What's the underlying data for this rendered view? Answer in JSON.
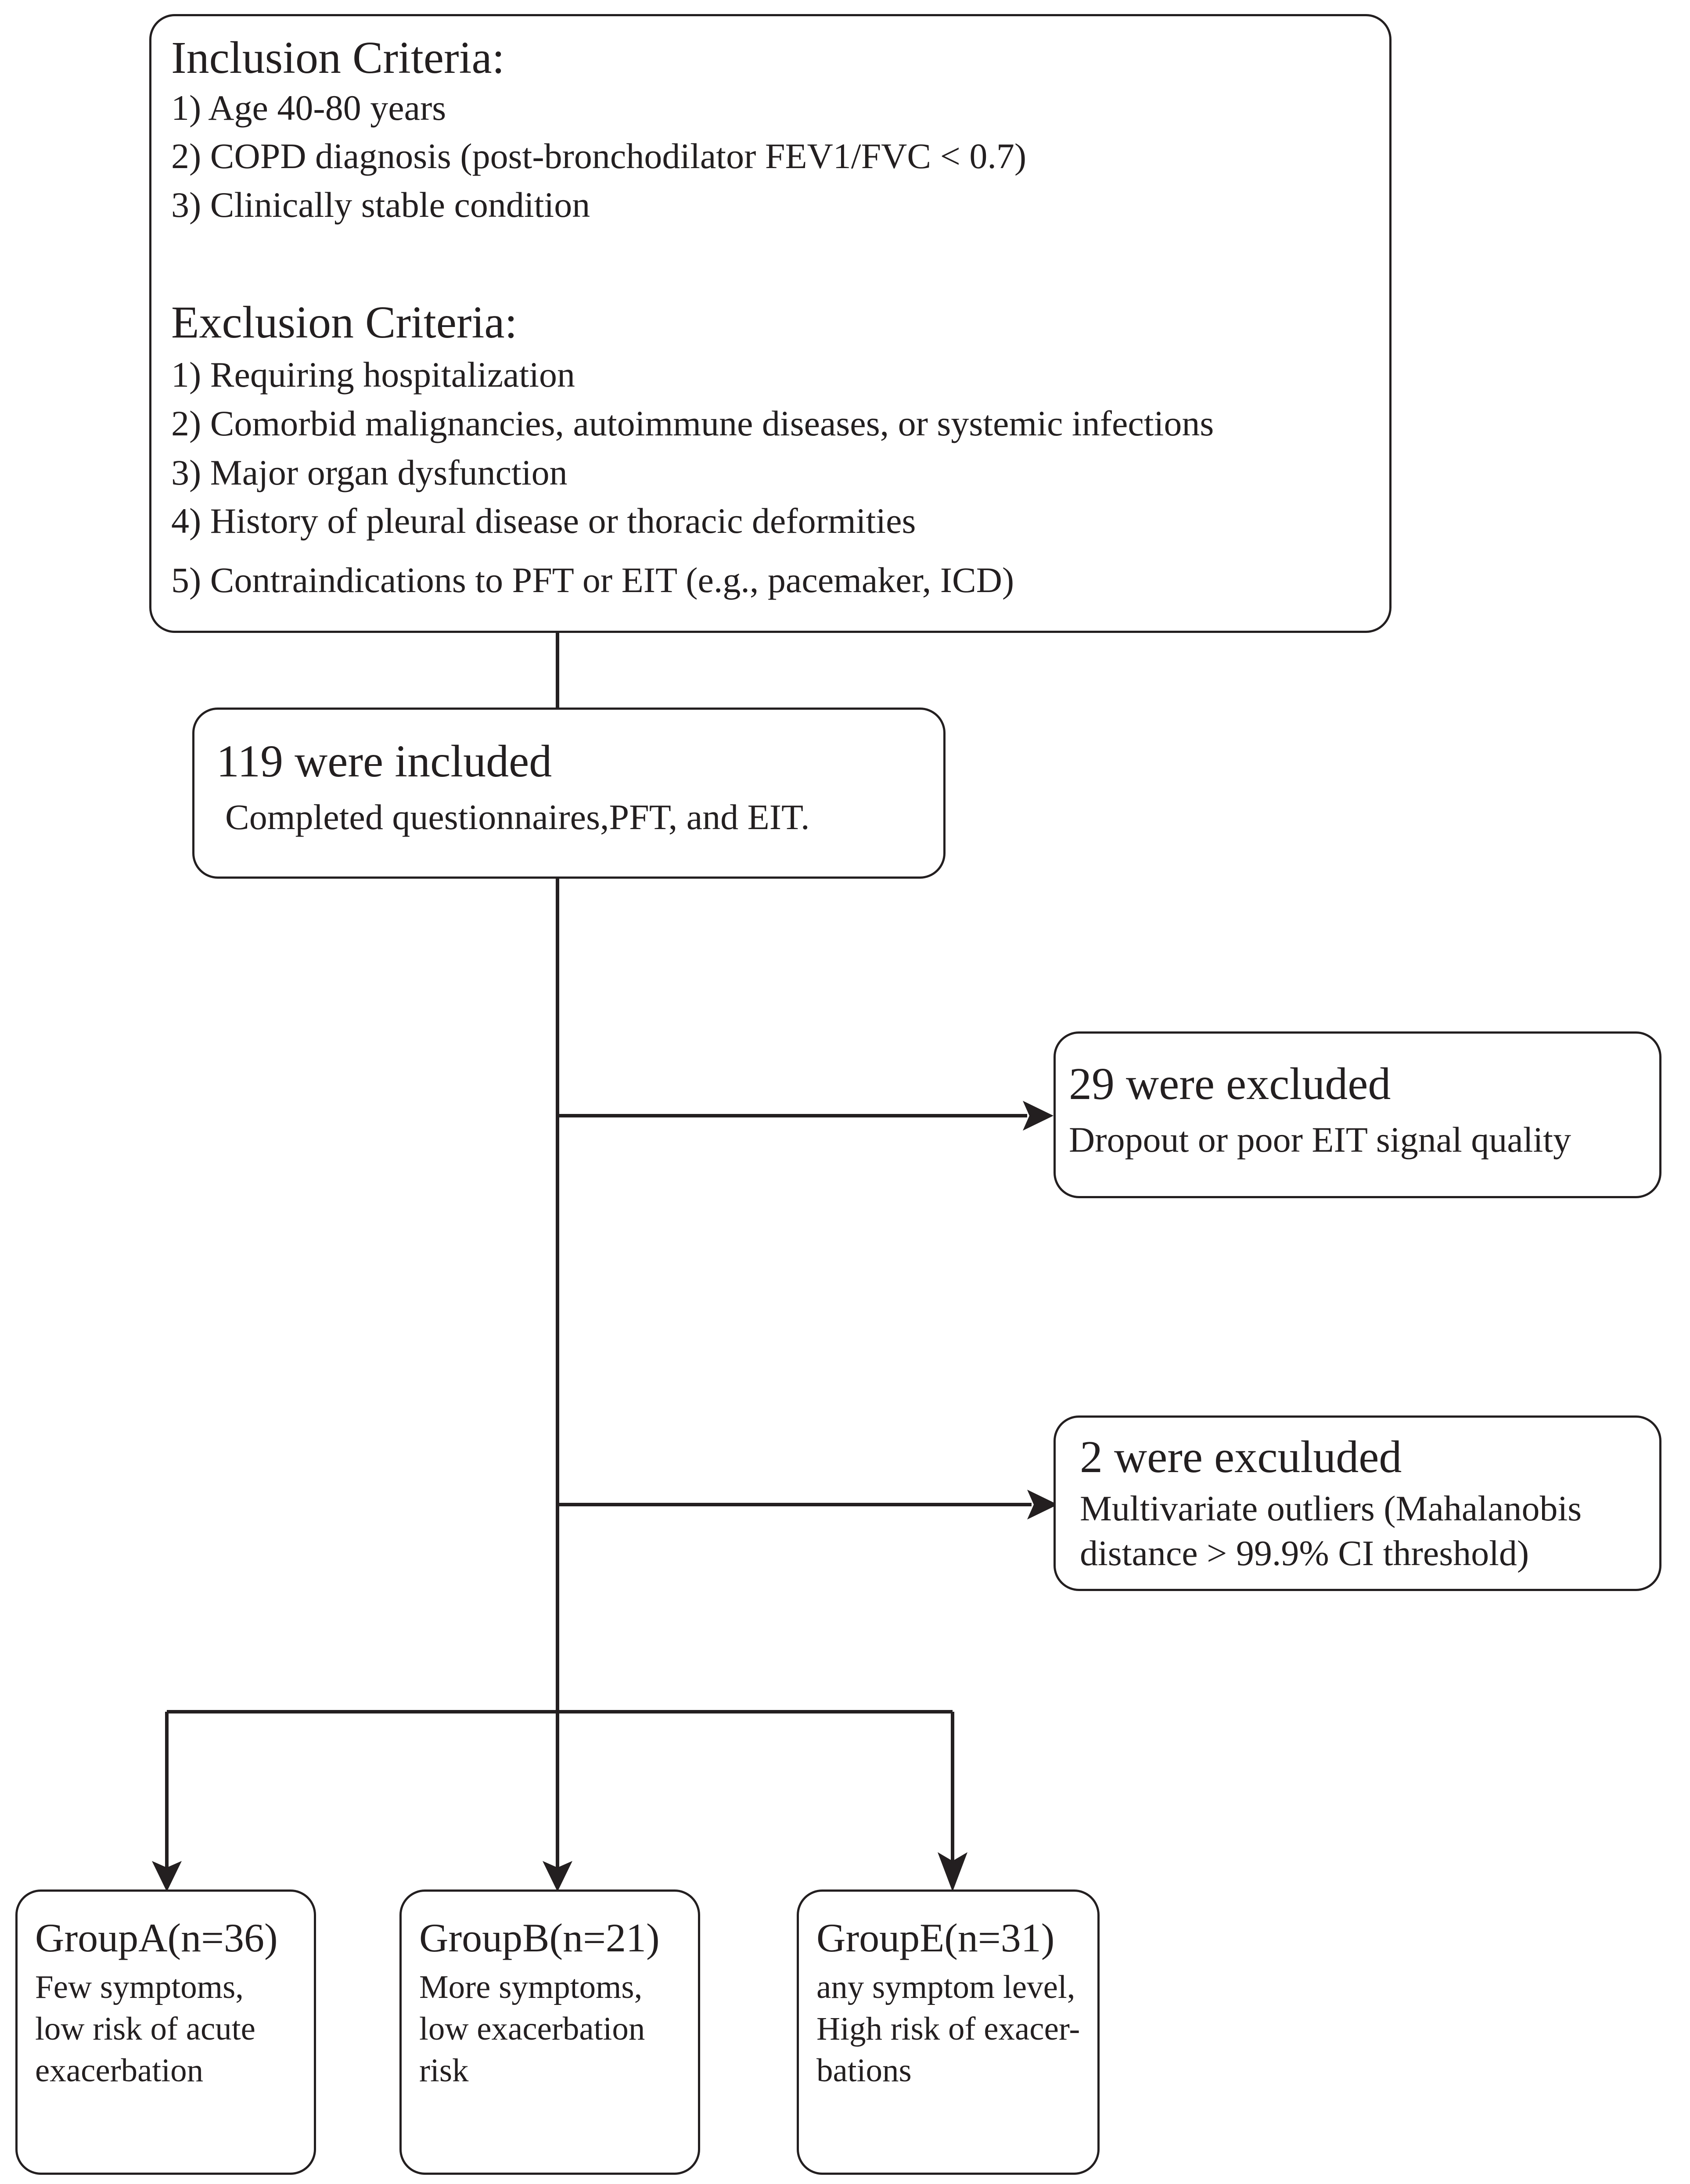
{
  "criteria_box": {
    "inclusion_heading": "Inclusion Criteria:",
    "inclusion_items": [
      "1)  Age 40-80 years",
      "2) COPD diagnosis (post-bronchodilator FEV1/FVC < 0.7)",
      "3) Clinically stable condition"
    ],
    "exclusion_heading": "Exclusion Criteria:",
    "exclusion_items": [
      "1)  Requiring hospitalization",
      "2) Comorbid malignancies, autoimmune diseases, or systemic infections",
      "3) Major organ dysfunction",
      "4) History of pleural disease or thoracic deformities",
      "5) Contraindications to PFT or EIT (e.g., pacemaker, ICD)"
    ]
  },
  "included_box": {
    "title": "119 were included",
    "detail": "Completed questionnaires,PFT, and EIT."
  },
  "excluded_box_1": {
    "title": "29 were excluded",
    "detail": "Dropout or poor EIT signal quality"
  },
  "excluded_box_2": {
    "title": "2 were exculuded",
    "detail_lines": [
      "Multivariate outliers (Mahalanobis",
      "distance > 99.9% CI threshold)"
    ]
  },
  "groups": [
    {
      "title": "GroupA(n=36)",
      "lines": [
        "Few symptoms,",
        "low risk of acute",
        "exacerbation"
      ]
    },
    {
      "title": "GroupB(n=21)",
      "lines": [
        "More symptoms,",
        "low exacerbation",
        "risk"
      ]
    },
    {
      "title": "GroupE(n=31)",
      "lines": [
        "any symptom level,",
        "High risk of exacer-",
        "bations"
      ]
    }
  ],
  "colors": {
    "stroke": "#231f20",
    "background": "#ffffff"
  }
}
